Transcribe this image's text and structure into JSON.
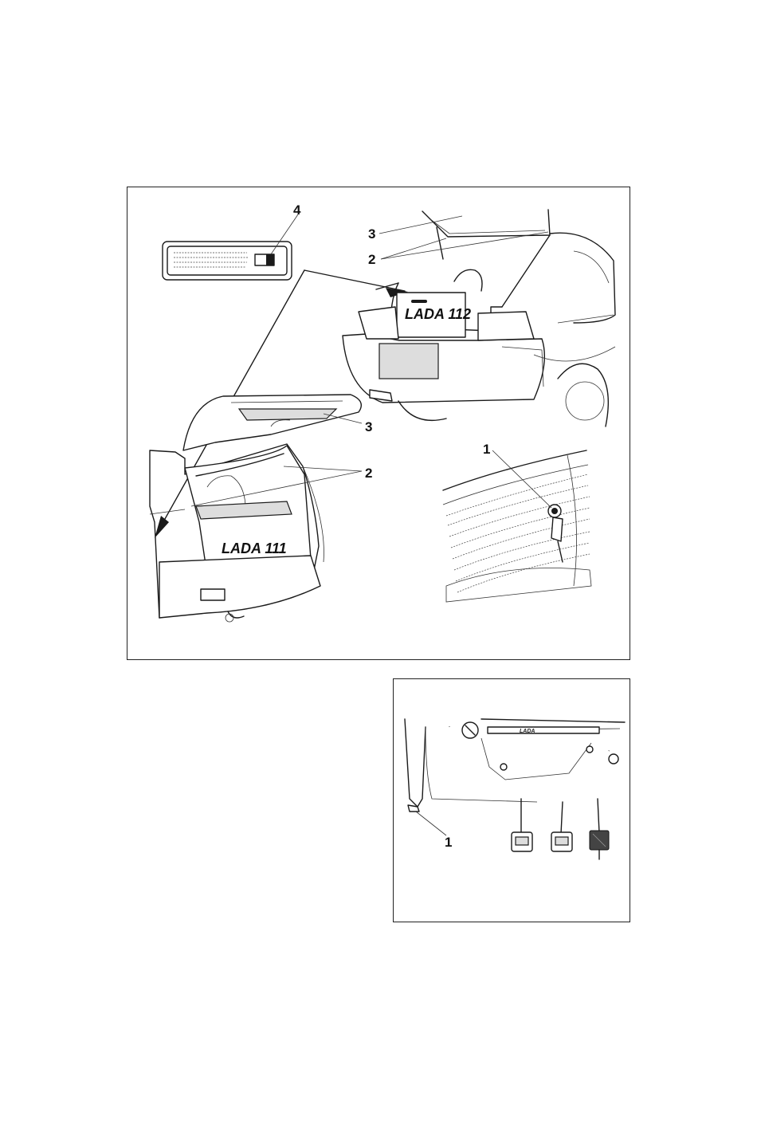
{
  "figure_main": {
    "callouts": {
      "c1": "1",
      "c2_top": "2",
      "c2_bottom": "2",
      "c3_top": "3",
      "c3_bottom": "3",
      "c4": "4"
    },
    "model_labels": {
      "hatchback": "LADA 112",
      "wagon": "LADA 111"
    }
  },
  "figure_pedals": {
    "callouts": {
      "c1": "1"
    },
    "badge_text": "LADA"
  }
}
